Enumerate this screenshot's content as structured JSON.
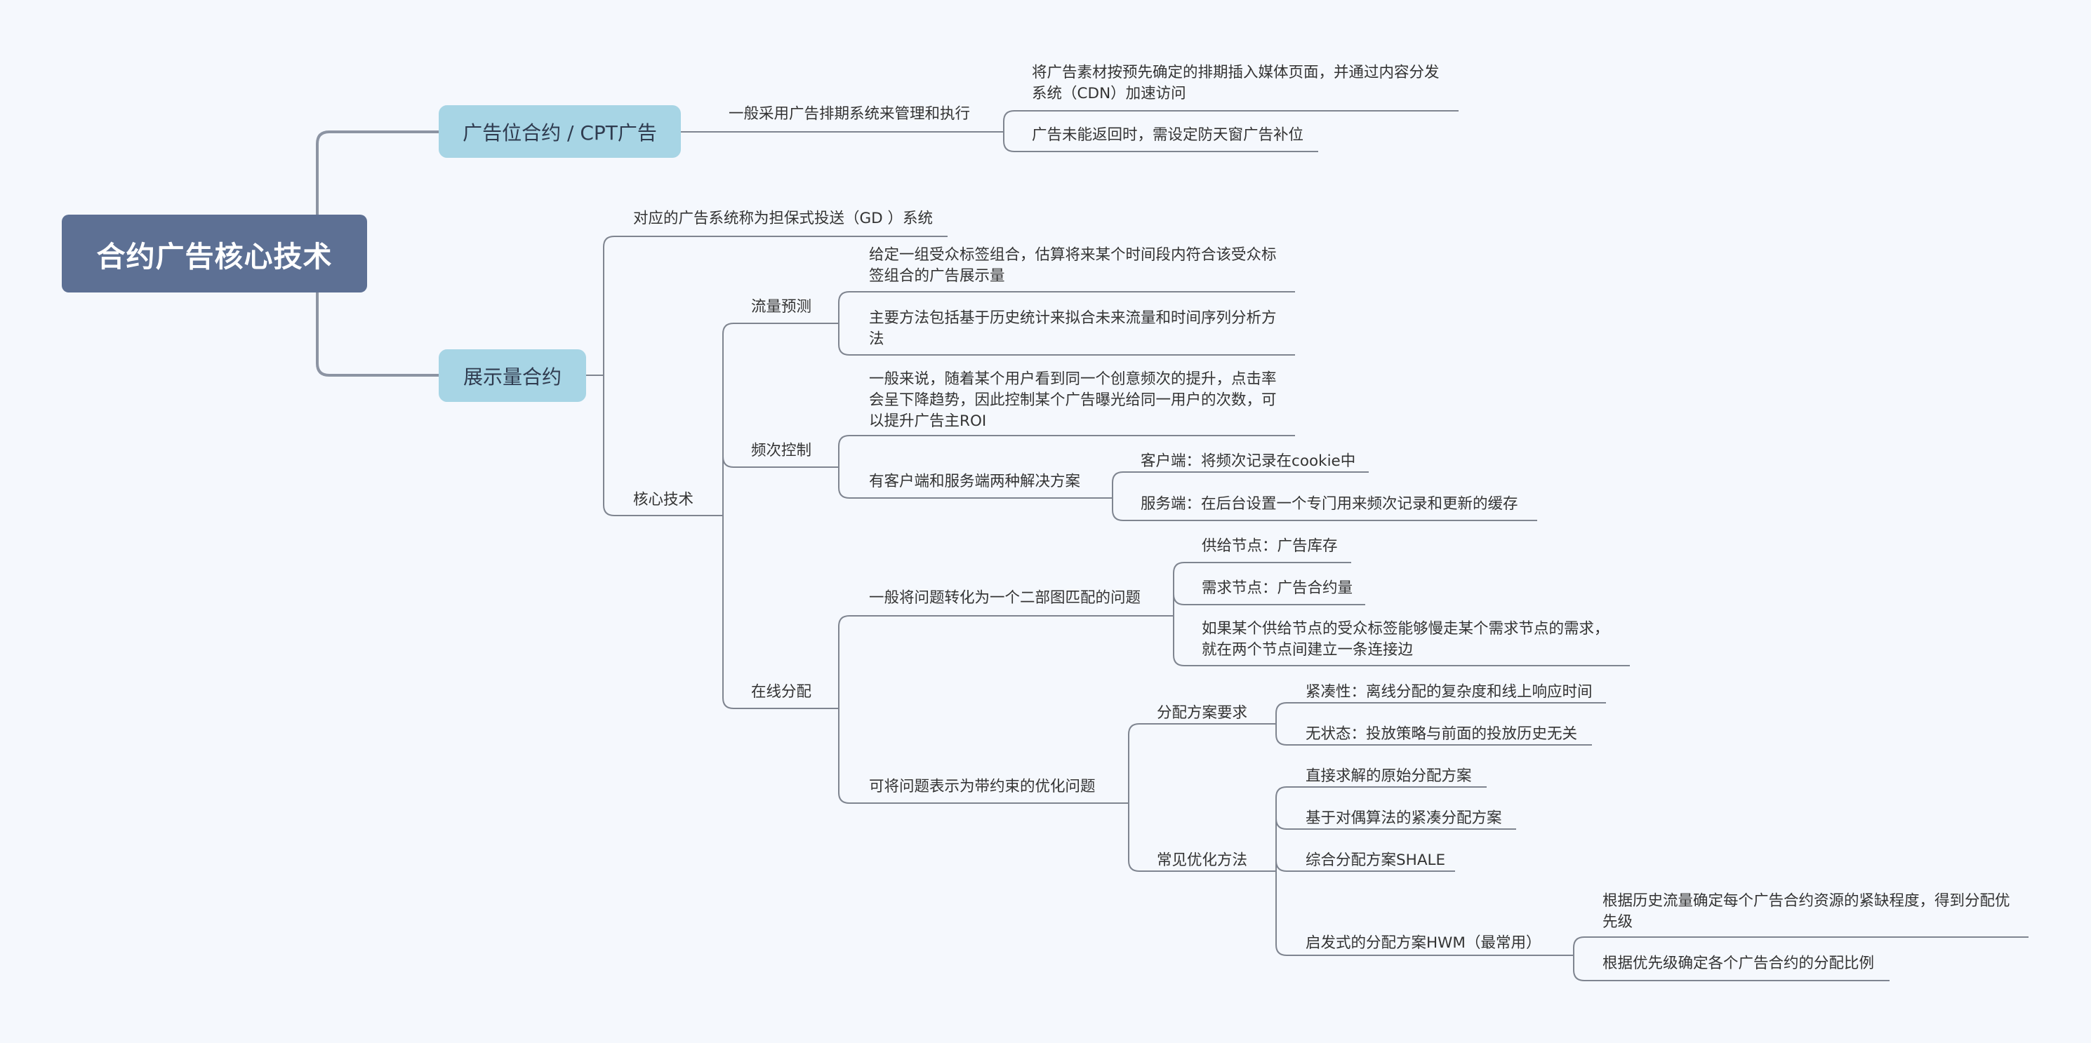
{
  "root": {
    "title": "合约广告核心技术"
  },
  "branches": {
    "cpt": {
      "label": "广告位合约 / CPT广告",
      "manage": "一般采用广告排期系统来管理和执行",
      "insert": "将广告素材按预先确定的排期插入媒体页面，并通过内容分发系统（CDN）加速访问",
      "fallback": "广告未能返回时，需设定防天窗广告补位"
    },
    "impression": {
      "label": "展示量合约",
      "gd": "对应的广告系统称为担保式投送（GD ）系统",
      "core": "核心技术",
      "traffic": {
        "label": "流量预测",
        "n1": "给定一组受众标签组合，估算将来某个时间段内符合该受众标签组合的广告展示量",
        "n2": "主要方法包括基于历史统计来拟合未来流量和时间序列分析方法"
      },
      "freq": {
        "label": "频次控制",
        "n1": "一般来说，随着某个用户看到同一个创意频次的提升，点击率会呈下降趋势，因此控制某个广告曝光给同一用户的次数，可以提升广告主ROI",
        "n2": "有客户端和服务端两种解决方案",
        "client": "客户端：将频次记录在cookie中",
        "server": "服务端：在后台设置一个专门用来频次记录和更新的缓存"
      },
      "alloc": {
        "label": "在线分配",
        "bipartite": {
          "label": "一般将问题转化为一个二部图匹配的问题",
          "supply": "供给节点：广告库存",
          "demand": "需求节点：广告合约量",
          "edge": "如果某个供给节点的受众标签能够慢走某个需求节点的需求，就在两个节点间建立一条连接边"
        },
        "optim": {
          "label": "可将问题表示为带约束的优化问题",
          "req": {
            "label": "分配方案要求",
            "compact": "紧凑性：离线分配的复杂度和线上响应时间",
            "stateless": "无状态：投放策略与前面的投放历史无关"
          },
          "methods": {
            "label": "常见优化方法",
            "direct": "直接求解的原始分配方案",
            "dual": "基于对偶算法的紧凑分配方案",
            "shale": "综合分配方案SHALE",
            "hwm": {
              "label": "启发式的分配方案HWM（最常用）",
              "n1": "根据历史流量确定每个广告合约资源的紧缺程度，得到分配优先级",
              "n2": "根据优先级确定各个广告合约的分配比例"
            }
          }
        }
      }
    }
  }
}
